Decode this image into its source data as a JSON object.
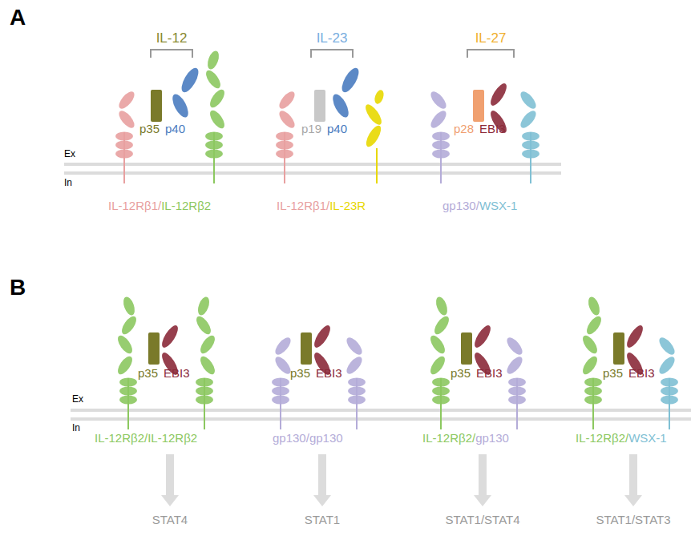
{
  "diagram": {
    "labels": [
      "A",
      "IL-12",
      "IL-23",
      "IL-27",
      "p35",
      "p40",
      "p19",
      "p40",
      "p28",
      "EBI3",
      "Ex",
      "In",
      "IL-12Rβ1",
      "/",
      "IL-12Rβ2",
      "IL-12Rβ1",
      "/",
      "IL-23R",
      "gp130",
      "/",
      "WSX-1",
      "B",
      "p35",
      "EBI3",
      "p35",
      "EBI3",
      "p35",
      "EBI3",
      "p35",
      "EBI3",
      "Ex",
      "In",
      "IL-12Rβ2",
      "/",
      "IL-12Rβ2",
      "gp130",
      "/",
      "gp130",
      "IL-12Rβ2",
      "/",
      "gp130",
      "IL-12Rβ2",
      "/",
      "WSX-1",
      "STAT4",
      "STAT1",
      "STAT1/STAT4",
      "STAT1/STAT3"
    ]
  }
}
